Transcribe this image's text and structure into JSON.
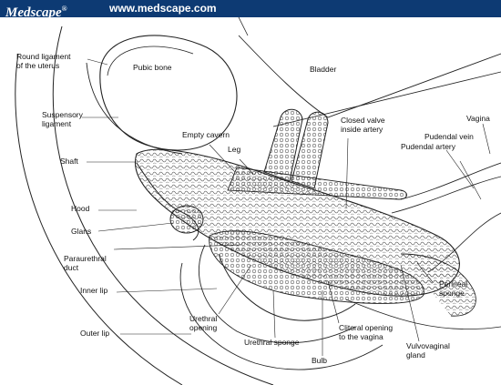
{
  "header": {
    "brand": "Medscape",
    "brand_mark": "®",
    "url": "www.medscape.com",
    "background": "#0d3a73",
    "text_color": "#ffffff"
  },
  "diagram": {
    "labels": {
      "round_ligament": [
        "Round ligament",
        "of the uterus"
      ],
      "pubic_bone": [
        "Pubic bone"
      ],
      "bladder": [
        "Bladder"
      ],
      "suspensory_ligament": [
        "Suspensory",
        "ligament"
      ],
      "empty_cavern": [
        "Empty cavern"
      ],
      "closed_valve": [
        "Closed valve",
        "inside artery"
      ],
      "vagina": [
        "Vagina"
      ],
      "pudendal_vein": [
        "Pudendal vein"
      ],
      "pudendal_artery": [
        "Pudendal artery"
      ],
      "leg": [
        "Leg"
      ],
      "shaft": [
        "Shaft"
      ],
      "hood": [
        "Hood"
      ],
      "glans": [
        "Glans"
      ],
      "paraurethral_duct": [
        "Paraurethral",
        "duct"
      ],
      "inner_lip": [
        "Inner lip"
      ],
      "perineal_sponge": [
        "Perineal",
        "sponge"
      ],
      "outer_lip": [
        "Outer lip"
      ],
      "urethral_opening": [
        "Urethral",
        "opening"
      ],
      "urethral_sponge": [
        "Urethral sponge"
      ],
      "clitoral_opening": [
        "Clitoral opening",
        "to the vagina"
      ],
      "bulb": [
        "Bulb"
      ],
      "vulvovaginal_gland": [
        "Vulvovaginal",
        "gland"
      ]
    }
  }
}
